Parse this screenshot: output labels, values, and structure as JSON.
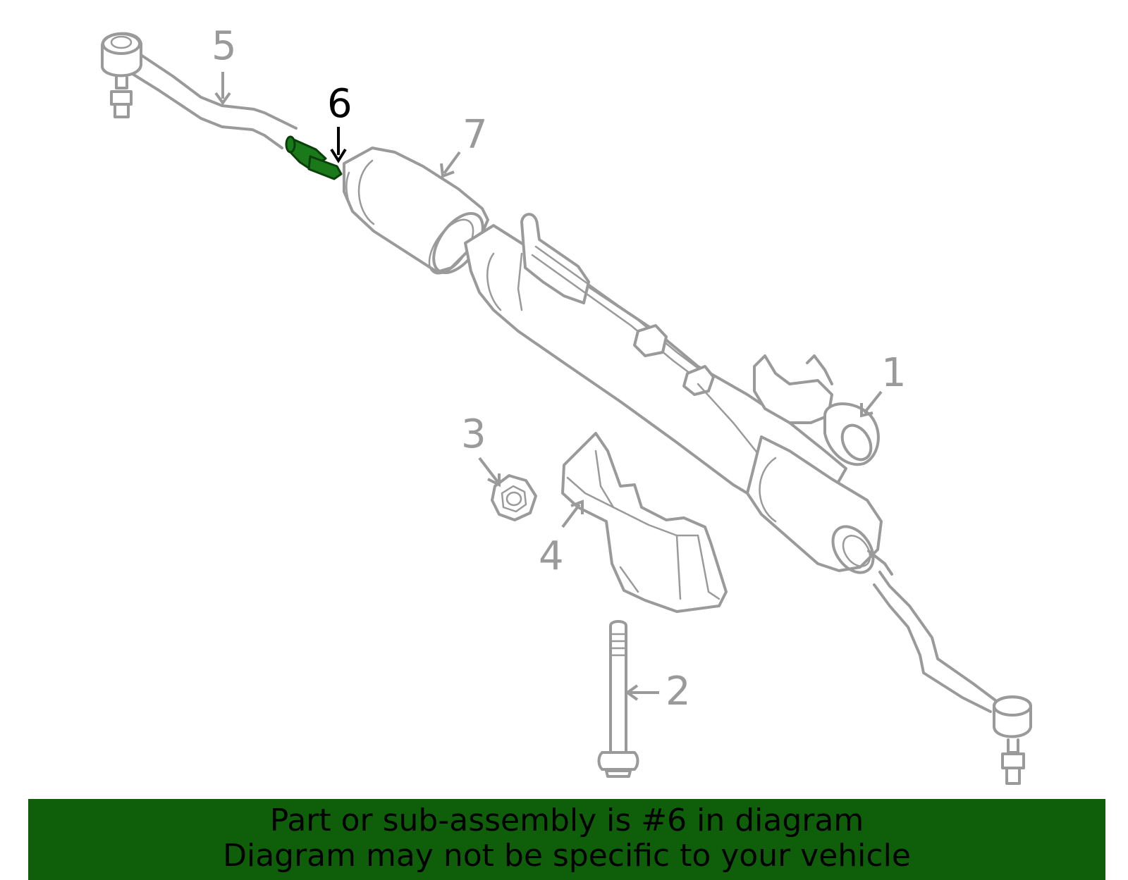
{
  "diagram": {
    "callouts": [
      {
        "id": "1",
        "label": "1",
        "active": false
      },
      {
        "id": "2",
        "label": "2",
        "active": false
      },
      {
        "id": "3",
        "label": "3",
        "active": false
      },
      {
        "id": "4",
        "label": "4",
        "active": false
      },
      {
        "id": "5",
        "label": "5",
        "active": false
      },
      {
        "id": "6",
        "label": "6",
        "active": true
      },
      {
        "id": "7",
        "label": "7",
        "active": false
      }
    ],
    "highlight_color": "#1a7a1a",
    "line_color": "#9a9a9a"
  },
  "banner": {
    "line1": "Part or sub-assembly is #6 in diagram",
    "line2": "Diagram may not be specific to your vehicle",
    "background": "#0f5f0a"
  }
}
